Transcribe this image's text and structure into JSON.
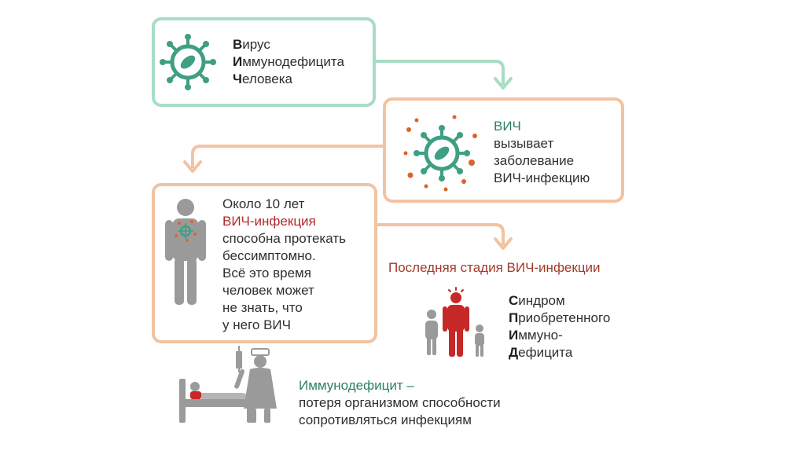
{
  "box1": {
    "lines": [
      {
        "initial": "В",
        "rest": "ирус"
      },
      {
        "initial": "И",
        "rest": "ммунодефицита"
      },
      {
        "initial": "Ч",
        "rest": "еловека"
      }
    ]
  },
  "box2": {
    "abbr": "ВИЧ",
    "line2": "вызывает",
    "line3": "заболевание",
    "line4": "ВИЧ-инфекцию"
  },
  "box3": {
    "line1": "Около 10 лет",
    "line2": "ВИЧ-инфекция",
    "line3": "способна протекать",
    "line4": "бессимптомно.",
    "line5": "Всё это время",
    "line6": "человек может",
    "line7": "не знать, что",
    "line8": "у него ВИЧ"
  },
  "last_stage": {
    "title": "Последняя стадия ВИЧ-инфекции",
    "lines": [
      {
        "initial": "С",
        "rest": "индром"
      },
      {
        "initial": "П",
        "rest": "риобретенного"
      },
      {
        "initial": "И",
        "rest": "ммуно-"
      },
      {
        "initial": "Д",
        "rest": "ефицита"
      }
    ]
  },
  "immunodeficiency": {
    "term": "Иммунодефицит –",
    "line2": "потеря организмом способности",
    "line3": "сопротивляться инфекциям"
  },
  "colors": {
    "green_border": "#a9dcc4",
    "orange_border": "#f2c3a2",
    "virus_green": "#3f9f82",
    "dot_orange": "#d9652a",
    "accent_red": "#c62828",
    "person_gray": "#9a9a9a"
  },
  "icons": [
    "virus-icon",
    "infected-virus-icon",
    "person-icon",
    "sick-person-icon",
    "family-icon",
    "nurse-icon",
    "hospital-bed-icon"
  ]
}
